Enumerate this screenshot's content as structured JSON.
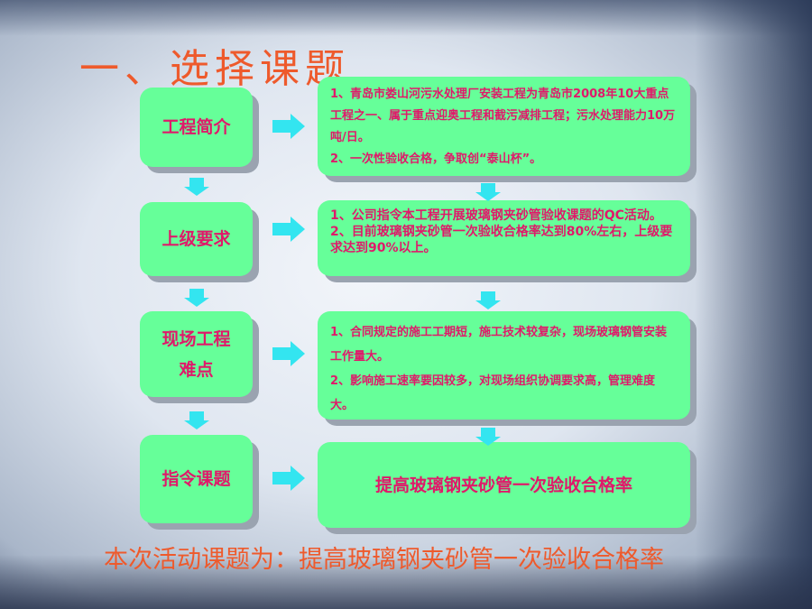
{
  "title": "一、选择课题",
  "steps": [
    {
      "label": "工程简介",
      "detail": [
        "1、青岛市娄山河污水处理厂安装工程为青岛市2008年10大重点工程之一、属于重点迎奥工程和截污减排工程；污水处理能力10万吨/日。",
        "2、一次性验收合格，争取创“泰山杯”。"
      ]
    },
    {
      "label": "上级要求",
      "detail": [
        "1、公司指令本工程开展玻璃钢夹砂管验收课题的QC活动。",
        "2、目前玻璃钢夹砂管一次验收合格率达到80%左右，上级要求达到90%以上。"
      ]
    },
    {
      "label": "现场工程难点",
      "detail": [
        "1、合同规定的施工工期短，施工技术较复杂，现场玻璃钢管安装工作量大。",
        "2、影响施工速率要因较多，对现场组织协调要求高，管理难度大。"
      ]
    },
    {
      "label": "指令课题",
      "detail": [
        "提高玻璃钢夹砂管一次验收合格率"
      ]
    }
  ],
  "footer": "本次活动课题为：提高玻璃钢夹砂管一次验收合格率"
}
